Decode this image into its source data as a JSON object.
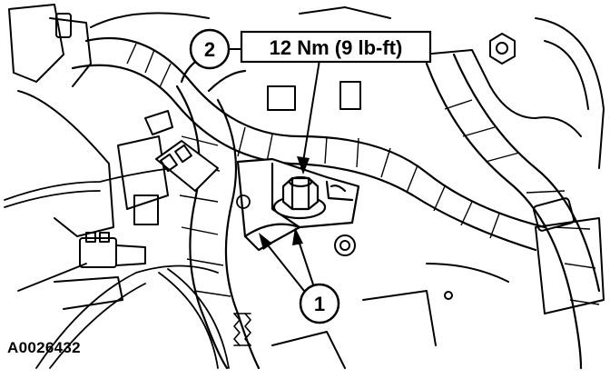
{
  "callouts": {
    "torque_callout": {
      "number": "2",
      "spec": "12 Nm (9 lb-ft)"
    },
    "part_callout": {
      "number": "1"
    }
  },
  "figure_id": "A0026432",
  "colors": {
    "ink": "#000000",
    "paper": "#ffffff"
  }
}
